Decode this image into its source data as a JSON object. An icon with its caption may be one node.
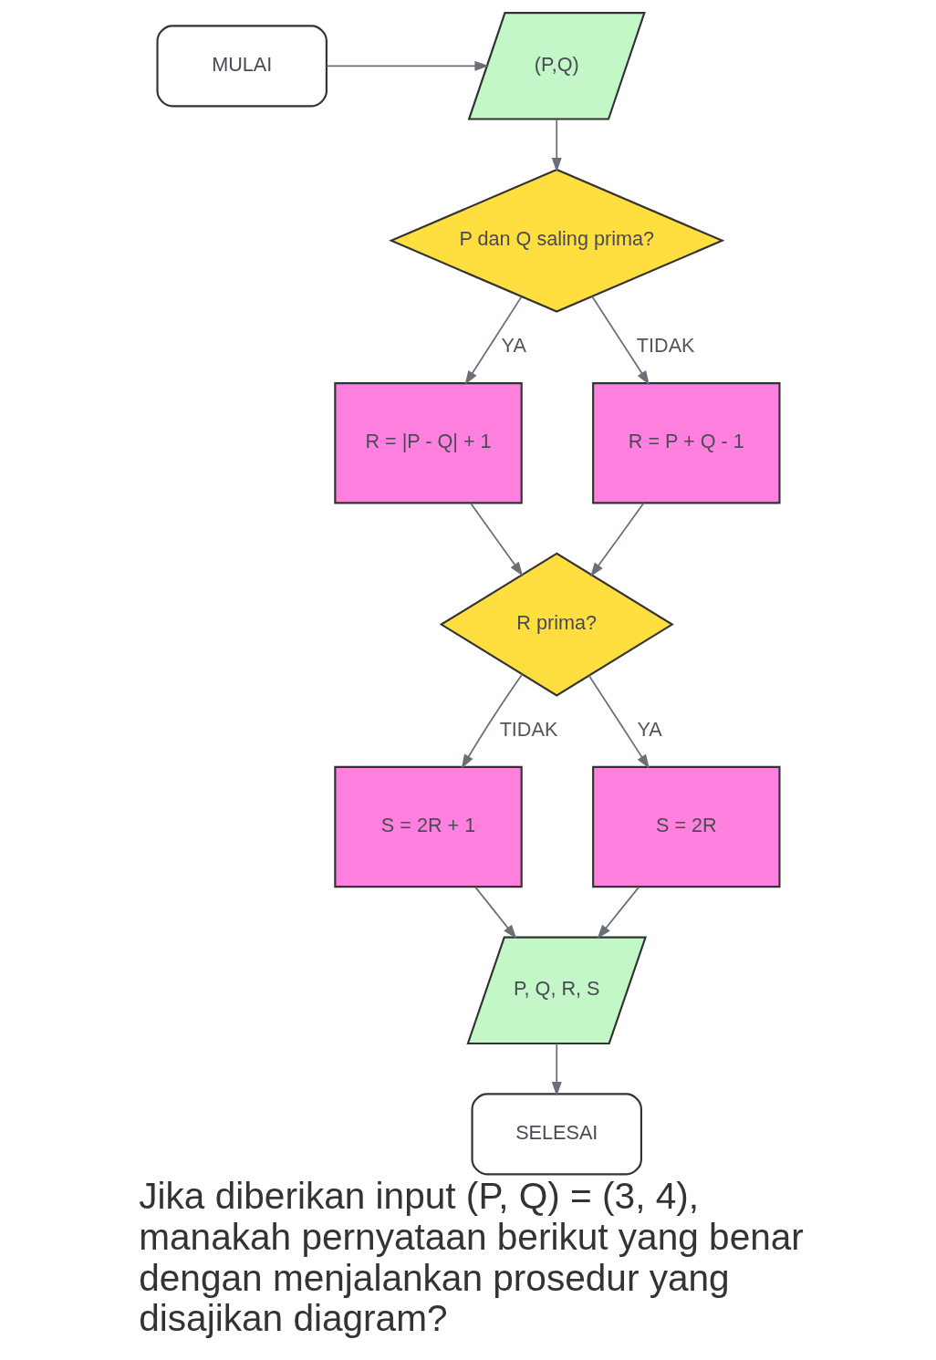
{
  "diagram": {
    "nodes": [
      {
        "text": [
          "MULAI"
        ]
      },
      {
        "text": [
          "(P,Q)"
        ]
      },
      {
        "text": [
          "P dan Q saling prima?"
        ]
      },
      {
        "text": [
          "R = |P - Q| + 1"
        ]
      },
      {
        "text": [
          "R = P + Q - 1"
        ]
      },
      {
        "text": [
          "R prima?"
        ]
      },
      {
        "text": [
          "S = 2R + 1"
        ]
      },
      {
        "text": [
          "S = 2R"
        ]
      },
      {
        "text": [
          "P, Q, R, S"
        ]
      },
      {
        "text": [
          "SELESAI"
        ]
      }
    ],
    "edges": [
      {
        "from": 0,
        "to": 1,
        "arrow": "to"
      },
      {
        "from": 1,
        "to": 2,
        "arrow": "to"
      },
      {
        "from": 2,
        "to": 3,
        "arrow": "to",
        "label": "YA"
      },
      {
        "from": 2,
        "to": 4,
        "arrow": "to",
        "label": "TIDAK"
      },
      {
        "from": 3,
        "to": 5,
        "arrow": "to"
      },
      {
        "from": 4,
        "to": 5,
        "arrow": "to"
      },
      {
        "from": 5,
        "to": 6,
        "arrow": "to",
        "label": "TIDAK"
      },
      {
        "from": 5,
        "to": 7,
        "arrow": "to",
        "label": "YA"
      },
      {
        "from": 6,
        "to": 8,
        "arrow": "to"
      },
      {
        "from": 7,
        "to": 8,
        "arrow": "to"
      },
      {
        "from": 8,
        "to": 9,
        "arrow": "to"
      }
    ],
    "caption": "Jika diberikan input (P, Q) = (3, 4), manakah pernyataan berikut yang benar dengan menjalankan prosedur yang disajikan diagram?"
  }
}
